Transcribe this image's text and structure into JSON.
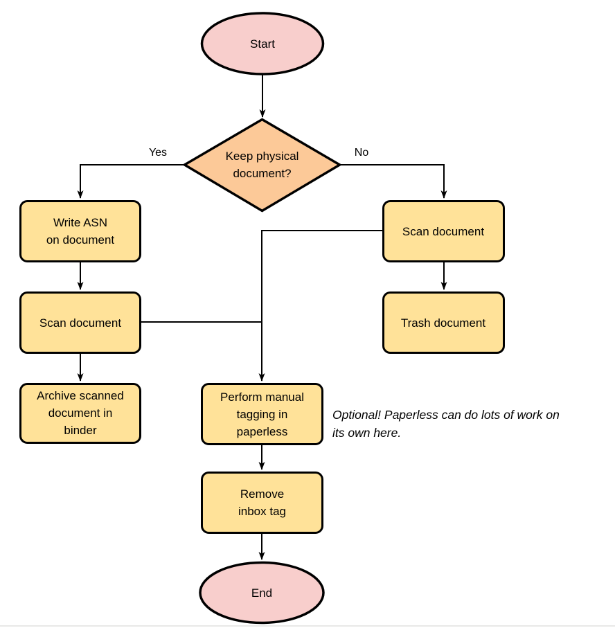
{
  "colors": {
    "terminal_fill": "#f8cecc",
    "decision_fill": "#fcc998",
    "process_fill": "#ffe299",
    "stroke": "#000000"
  },
  "nodes": {
    "start": {
      "label": "Start",
      "type": "terminal"
    },
    "decision": {
      "label": "Keep physical\ndocument?",
      "type": "decision"
    },
    "write_asn": {
      "label": "Write ASN\non document",
      "type": "process"
    },
    "scan_document_left": {
      "label": "Scan document",
      "type": "process"
    },
    "archive_binder": {
      "label": "Archive scanned\ndocument in\nbinder",
      "type": "process"
    },
    "scan_document_right": {
      "label": "Scan document",
      "type": "process"
    },
    "trash_document": {
      "label": "Trash document",
      "type": "process"
    },
    "manual_tagging": {
      "label": "Perform manual\ntagging in\npaperless",
      "type": "process"
    },
    "remove_inbox_tag": {
      "label": "Remove\ninbox tag",
      "type": "process"
    },
    "end": {
      "label": "End",
      "type": "terminal"
    }
  },
  "edge_labels": {
    "yes": "Yes",
    "no": "No"
  },
  "annotation": {
    "text": "Optional! Paperless can do lots of work on\nits own here."
  }
}
